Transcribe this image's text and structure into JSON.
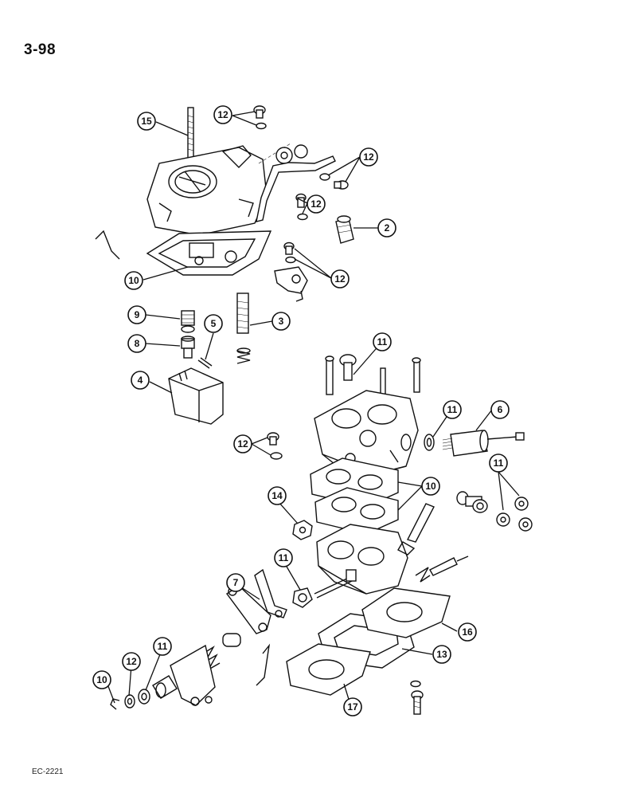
{
  "page": {
    "number": "3-98",
    "figure_code": "EC-2221"
  },
  "colors": {
    "ink": "#111111",
    "paper": "#ffffff"
  },
  "callouts": {
    "c15": "15",
    "c12a": "12",
    "c12b": "12",
    "c12c": "12",
    "c12d": "12",
    "c2": "2",
    "c10a": "10",
    "c9": "9",
    "c5": "5",
    "c3": "3",
    "c8": "8",
    "c4": "4",
    "c11a": "11",
    "c6": "6",
    "c11b": "11",
    "c12e": "12",
    "c10b": "10",
    "c11c": "11",
    "c14": "14",
    "c11d": "11",
    "c7": "7",
    "c16": "16",
    "c13": "13",
    "c10c": "10",
    "c12f": "12",
    "c11e": "11",
    "c17": "17"
  }
}
